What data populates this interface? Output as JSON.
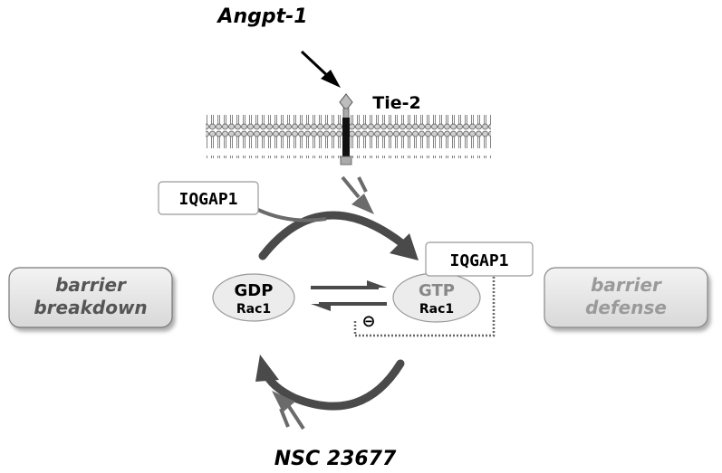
{
  "ligand": {
    "label": "Angpt-1"
  },
  "receptor": {
    "label": "Tie-2"
  },
  "iqgap1_left": {
    "label": "IQGAP1"
  },
  "iqgap1_right": {
    "label": "IQGAP1"
  },
  "gdp_rac1": {
    "nucleotide": "GDP",
    "protein": "Rac1"
  },
  "gtp_rac1": {
    "nucleotide": "GTP",
    "protein": "Rac1"
  },
  "inhibition": {
    "symbol": "⊖"
  },
  "outcome_left": {
    "line1": "barrier",
    "line2": "breakdown"
  },
  "outcome_right": {
    "line1": "barrier",
    "line2": "defense"
  },
  "inhibitor": {
    "label": "NSC 23677"
  },
  "colors": {
    "arrow_dark": "#4a4a4a",
    "arrow_mid": "#6b6b6b",
    "box_fill": "#e6e6e6",
    "text_dark": "#000000",
    "text_grey": "#8a8a8a"
  }
}
